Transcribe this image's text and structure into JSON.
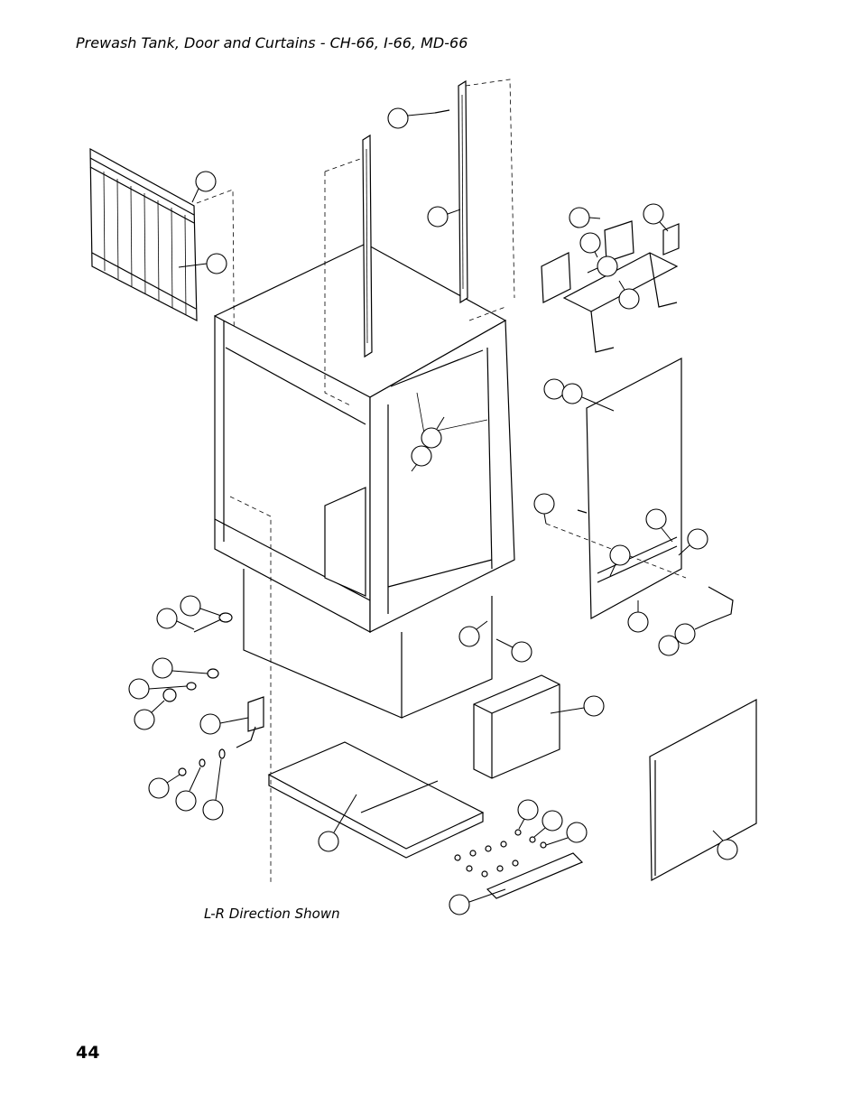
{
  "page": {
    "title": "Prewash Tank, Door and Curtains - CH-66, I-66, MD-66",
    "caption": "L-R Direction Shown",
    "page_number": "44"
  }
}
